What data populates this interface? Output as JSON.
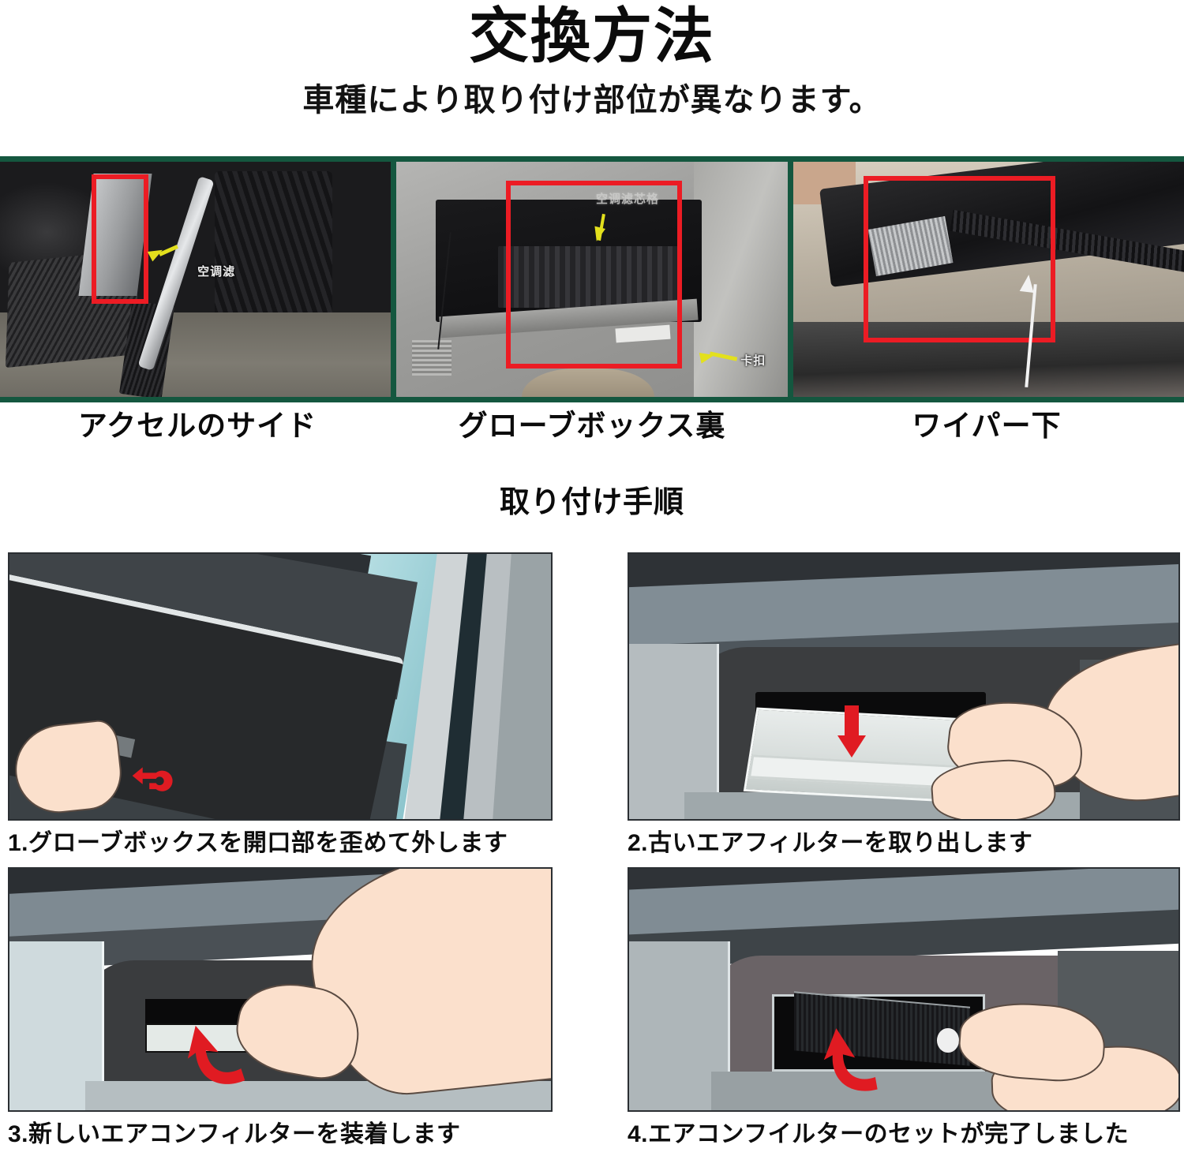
{
  "header": {
    "title": "交換方法",
    "subtitle": "車種により取り付け部位が異なります。"
  },
  "photo_section": {
    "border_color": "#14573f",
    "panels": [
      {
        "caption": "アクセルのサイド",
        "overlay_label": "空调滤",
        "highlight_color": "#ec1c24",
        "arrow": "yellow-arrow",
        "scene": "accelerator-pedal-footwell"
      },
      {
        "caption": "グローブボックス裏",
        "overlay_label": "空调滤芯格",
        "overlay_label_2": "卡扣",
        "highlight_color": "#ec1c24",
        "arrow": "yellow-arrow",
        "scene": "behind-glove-box"
      },
      {
        "caption": "ワイパー下",
        "overlay_label": "",
        "highlight_color": "#ec1c24",
        "arrow": "white-arrow",
        "scene": "under-wiper-cowl"
      }
    ]
  },
  "procedure": {
    "heading": "取り付け手順",
    "arrow_color": "#e01b22",
    "steps": [
      {
        "caption": "1.グローブボックスを開口部を歪めて外します",
        "arrow": "red-u-turn-arrow"
      },
      {
        "caption": "2.古いエアフィルターを取り出します",
        "arrow": "red-down-arrow"
      },
      {
        "caption": "3.新しいエアコンフィルターを装着します",
        "arrow": "red-curved-arrow"
      },
      {
        "caption": "4.エアコンフイルターのセットが完了しました",
        "arrow": "red-curved-arrow"
      }
    ]
  }
}
